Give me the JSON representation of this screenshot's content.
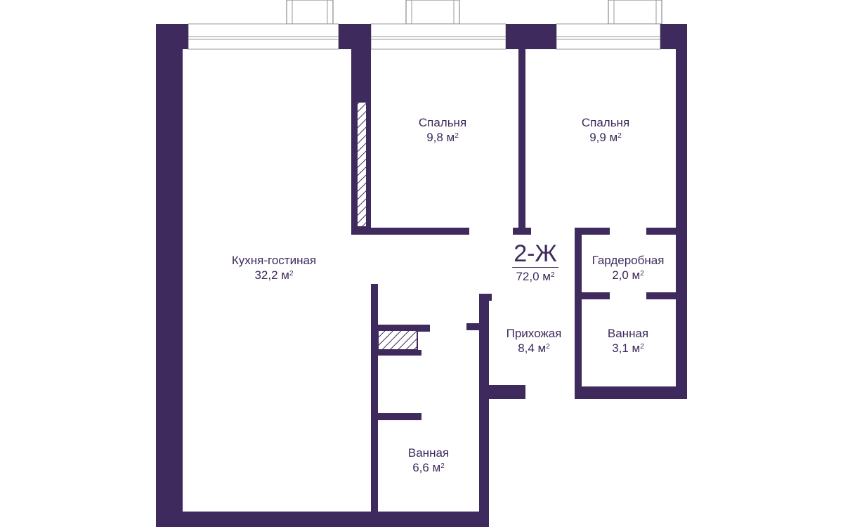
{
  "rooms": {
    "kitchen": {
      "name": "Кухня-гостиная",
      "area": "32,2 м",
      "unit_sup": "2"
    },
    "bedroom1": {
      "name": "Спальня",
      "area": "9,8 м",
      "unit_sup": "2"
    },
    "bedroom2": {
      "name": "Спальня",
      "area": "9,9 м",
      "unit_sup": "2"
    },
    "wardrobe": {
      "name": "Гардеробная",
      "area": "2,0 м",
      "unit_sup": "2"
    },
    "hallway": {
      "name": "Прихожая",
      "area": "8,4 м",
      "unit_sup": "2"
    },
    "bathroom_small": {
      "name": "Ванная",
      "area": "3,1 м",
      "unit_sup": "2"
    },
    "bathroom_large": {
      "name": "Ванная",
      "area": "6,6 м",
      "unit_sup": "2"
    }
  },
  "apartment": {
    "type": "2-Ж",
    "total_area": "72,0 м",
    "unit_sup": "2"
  },
  "colors": {
    "wall": "#3e2a5c",
    "background": "#ffffff",
    "window": "#9a9a9a"
  }
}
